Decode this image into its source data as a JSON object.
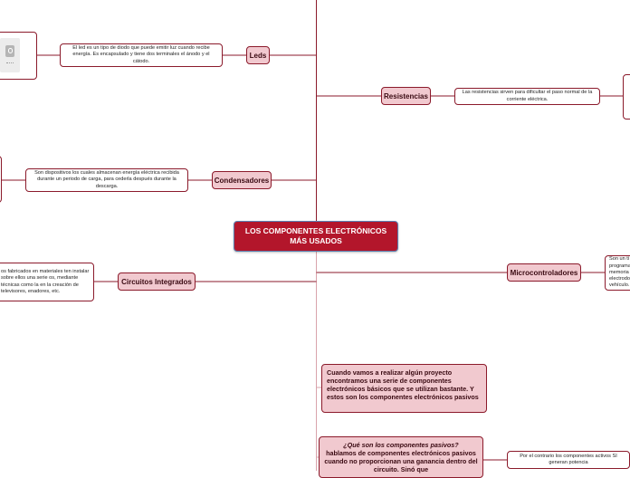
{
  "central": {
    "title": "LOS COMPONENTES ELECTRÓNICOS MÁS USADOS"
  },
  "topics": {
    "leds": "Leds",
    "resistencias": "Resistencias",
    "condensadores": "Condensadores",
    "circuitos": "Circuitos Integrados",
    "micro": "Microcontroladores"
  },
  "notes": {
    "leds": "El led es un tipo de diodo que puede emitir luz cuando recibe energía. Es encapsulado y tiene dos terminales el ánodo y el cátodo.",
    "resistencias": "Las resistencias sirven para dificultar el paso normal de la corriente eléctrica.",
    "condensadores": "Son dispositivos los cuales almacenan energía eléctrica recibida durante un periodo de carga, para cederla después durante la descarga.",
    "circuitos": "os fabricados en materiales ten instalar sobre ellos una serie os, mediante técnicas como la en la creación de televisores, enadores, etc.",
    "micro": "Son un ti programa memoria electrodo vehículo.",
    "activos": "Por el contrario los componentes activos SI generan potencia"
  },
  "paragraphs": {
    "intro": "Cuando vamos a realizar algún proyecto encontramos una serie de componentes electrónicos básicos que se utilizan bastante. Y estos son los componentes electrónicos pasivos",
    "pasivos_q": "¿Qué son los componentes pasivos?",
    "pasivos_a": "hablamos de componentes electrónicos pasivos cuando no proporcionan una ganancia dentro del circuito. Sinó que"
  },
  "colors": {
    "accent": "#b3162b",
    "topic_fill": "#f1c9cf",
    "border": "#8b1a2b",
    "central_border": "#5a7fb0"
  },
  "icons": {
    "placeholder_image": "image-placeholder-icon"
  }
}
